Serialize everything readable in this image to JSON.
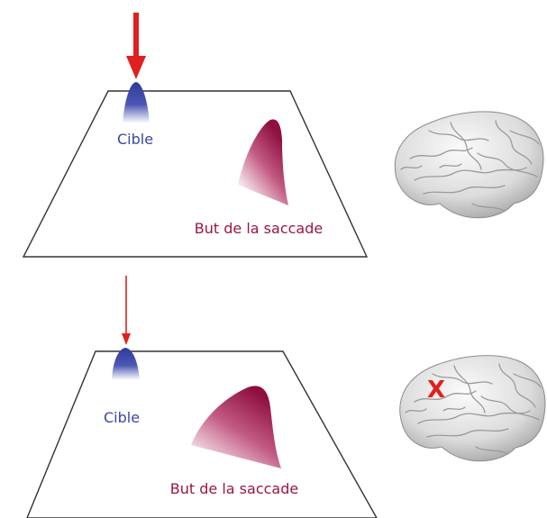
{
  "panels": [
    {
      "target_label": "Cible",
      "goal_label": "But de la saccade",
      "arrow": "thick",
      "lesion_marker": ""
    },
    {
      "target_label": "Cible",
      "goal_label": "But de la saccade",
      "arrow": "thin",
      "lesion_marker": "X"
    }
  ],
  "colors": {
    "target": "#3a46a3",
    "goal": "#9b1547",
    "arrow": "#e0201e",
    "lesion": "#e0201e",
    "outline": "#333333"
  }
}
